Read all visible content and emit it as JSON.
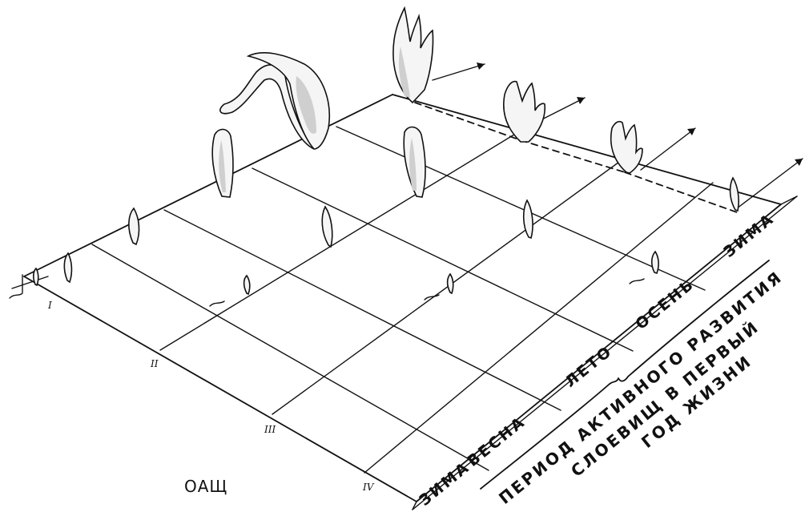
{
  "figure": {
    "title": "ОАЩ",
    "season_labels": [
      "ЗИМА",
      "ВЕСНА",
      "ЛЕТО",
      "ОСЕНЬ",
      "ЗИМА"
    ],
    "caption_lines": [
      "ПЕРИОД АКТИВНОГО РАЗВИТИЯ",
      "СЛОЕВИЩ В ПЕРВЫЙ",
      "ГОД ЖИЗНИ"
    ],
    "row_numerals": [
      "I",
      "II",
      "III",
      "IV"
    ]
  }
}
